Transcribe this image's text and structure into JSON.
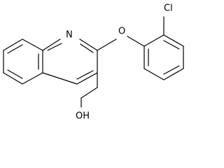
{
  "molecule": {
    "atoms": {
      "nitrogen": "N",
      "oxygen_ether": "O",
      "chlorine": "Cl",
      "hydroxyl": "OH"
    }
  }
}
